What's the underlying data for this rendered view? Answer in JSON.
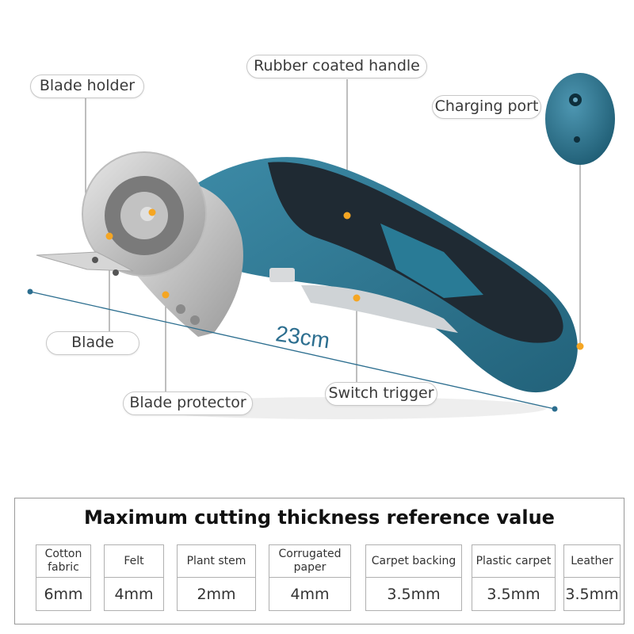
{
  "callouts": {
    "blade_holder": "Blade holder",
    "rubber_handle": "Rubber coated handle",
    "charging_port": "Charging port",
    "blade": "Blade",
    "blade_protector": "Blade protector",
    "switch_trigger": "Switch trigger"
  },
  "length_label": "23cm",
  "colors": {
    "tool_body": "#2f7a96",
    "grip": "#1f2a33",
    "accent_dot": "#f5a623",
    "dimension_line": "#2c6e8f"
  },
  "reference_table": {
    "title": "Maximum cutting thickness reference value",
    "materials": [
      {
        "name": "Cotton fabric",
        "value": "6mm"
      },
      {
        "name": "Felt",
        "value": "4mm"
      },
      {
        "name": "Plant stem",
        "value": "2mm"
      },
      {
        "name": "Corrugated paper",
        "value": "4mm"
      },
      {
        "name": "Carpet backing",
        "value": "3.5mm"
      },
      {
        "name": "Plastic carpet",
        "value": "3.5mm"
      },
      {
        "name": "Leather",
        "value": "3.5mm"
      }
    ]
  }
}
